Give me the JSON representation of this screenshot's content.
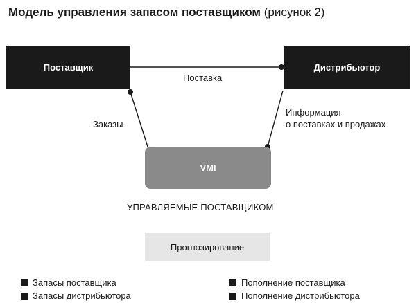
{
  "title": {
    "bold": "Модель управления запасом поставщиком",
    "normal": "(рисунок 2)"
  },
  "nodes": {
    "supplier": "Поставщик",
    "distributor": "Дистрибьютор",
    "vmi": "VMI"
  },
  "edges": {
    "delivery": "Поставка",
    "orders": "Заказы",
    "info_line1": "Информация",
    "info_line2": "о поставках и продажах"
  },
  "subtitle": "УПРАВЛЯЕМЫЕ ПОСТАВЩИКОМ",
  "forecast": "Прогнозирование",
  "legend": [
    "Запасы поставщика",
    "Запасы дистрибьютора",
    "Пополнение поставщика",
    "Пополнение дистрибьютора"
  ],
  "colors": {
    "dark": "#1a1a1a",
    "vmi_box": "#8a8a8a",
    "forecast_box": "#e6e6e6"
  }
}
